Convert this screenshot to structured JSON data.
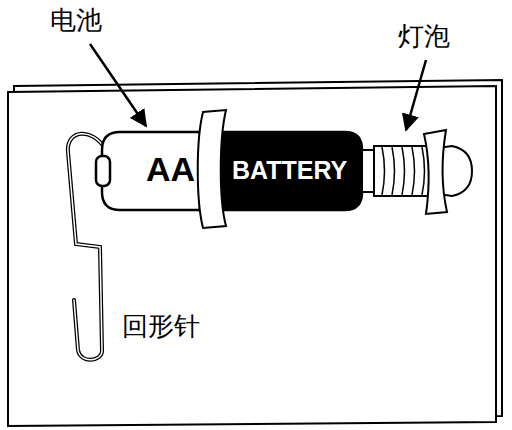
{
  "diagram": {
    "labels": [
      "电池",
      "灯泡",
      "AA",
      "BATTERY",
      "回形针"
    ]
  }
}
